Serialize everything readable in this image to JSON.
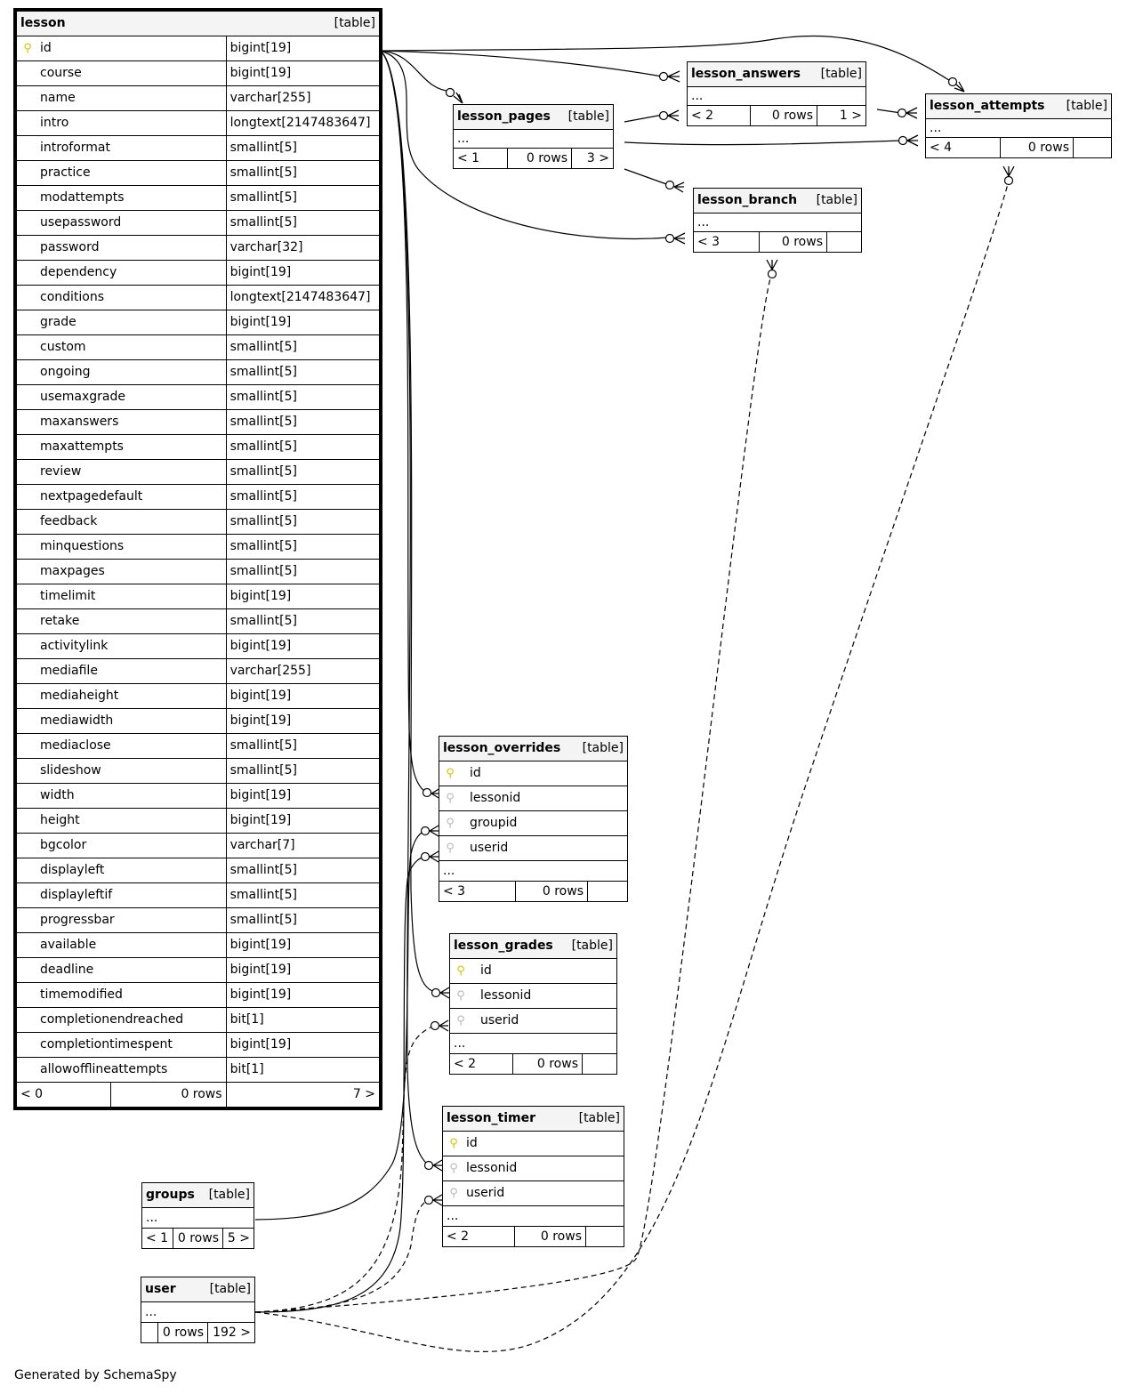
{
  "footer": "Generated by SchemaSpy",
  "colors": {
    "pk_key": "#d6c400",
    "fk_key": "#b9b9b9",
    "header_bg": "#f4f4f4"
  },
  "icons": {
    "pk": "primary-key-icon",
    "fk": "foreign-key-icon"
  },
  "lesson": {
    "name": "lesson",
    "type": "[table]",
    "columns": [
      {
        "name": "id",
        "type": "bigint[19]",
        "pk": true
      },
      {
        "name": "course",
        "type": "bigint[19]"
      },
      {
        "name": "name",
        "type": "varchar[255]"
      },
      {
        "name": "intro",
        "type": "longtext[2147483647]"
      },
      {
        "name": "introformat",
        "type": "smallint[5]"
      },
      {
        "name": "practice",
        "type": "smallint[5]"
      },
      {
        "name": "modattempts",
        "type": "smallint[5]"
      },
      {
        "name": "usepassword",
        "type": "smallint[5]"
      },
      {
        "name": "password",
        "type": "varchar[32]"
      },
      {
        "name": "dependency",
        "type": "bigint[19]"
      },
      {
        "name": "conditions",
        "type": "longtext[2147483647]"
      },
      {
        "name": "grade",
        "type": "bigint[19]"
      },
      {
        "name": "custom",
        "type": "smallint[5]"
      },
      {
        "name": "ongoing",
        "type": "smallint[5]"
      },
      {
        "name": "usemaxgrade",
        "type": "smallint[5]"
      },
      {
        "name": "maxanswers",
        "type": "smallint[5]"
      },
      {
        "name": "maxattempts",
        "type": "smallint[5]"
      },
      {
        "name": "review",
        "type": "smallint[5]"
      },
      {
        "name": "nextpagedefault",
        "type": "smallint[5]"
      },
      {
        "name": "feedback",
        "type": "smallint[5]"
      },
      {
        "name": "minquestions",
        "type": "smallint[5]"
      },
      {
        "name": "maxpages",
        "type": "smallint[5]"
      },
      {
        "name": "timelimit",
        "type": "bigint[19]"
      },
      {
        "name": "retake",
        "type": "smallint[5]"
      },
      {
        "name": "activitylink",
        "type": "bigint[19]"
      },
      {
        "name": "mediafile",
        "type": "varchar[255]"
      },
      {
        "name": "mediaheight",
        "type": "bigint[19]"
      },
      {
        "name": "mediawidth",
        "type": "bigint[19]"
      },
      {
        "name": "mediaclose",
        "type": "smallint[5]"
      },
      {
        "name": "slideshow",
        "type": "smallint[5]"
      },
      {
        "name": "width",
        "type": "bigint[19]"
      },
      {
        "name": "height",
        "type": "bigint[19]"
      },
      {
        "name": "bgcolor",
        "type": "varchar[7]"
      },
      {
        "name": "displayleft",
        "type": "smallint[5]"
      },
      {
        "name": "displayleftif",
        "type": "smallint[5]"
      },
      {
        "name": "progressbar",
        "type": "smallint[5]"
      },
      {
        "name": "available",
        "type": "bigint[19]"
      },
      {
        "name": "deadline",
        "type": "bigint[19]"
      },
      {
        "name": "timemodified",
        "type": "bigint[19]"
      },
      {
        "name": "completionendreached",
        "type": "bit[1]"
      },
      {
        "name": "completiontimespent",
        "type": "bigint[19]"
      },
      {
        "name": "allowofflineattempts",
        "type": "bit[1]"
      }
    ],
    "footer": {
      "parents": "< 0",
      "rows": "0 rows",
      "children": "7 >"
    }
  },
  "lesson_pages": {
    "name": "lesson_pages",
    "type": "[table]",
    "ellipsis": "...",
    "footer": {
      "parents": "< 1",
      "rows": "0 rows",
      "children": "3 >"
    }
  },
  "lesson_answers": {
    "name": "lesson_answers",
    "type": "[table]",
    "ellipsis": "...",
    "footer": {
      "parents": "< 2",
      "rows": "0 rows",
      "children": "1 >"
    }
  },
  "lesson_attempts": {
    "name": "lesson_attempts",
    "type": "[table]",
    "ellipsis": "...",
    "footer": {
      "parents": "< 4",
      "rows": "0 rows",
      "children": ""
    }
  },
  "lesson_branch": {
    "name": "lesson_branch",
    "type": "[table]",
    "ellipsis": "...",
    "footer": {
      "parents": "< 3",
      "rows": "0 rows",
      "children": ""
    }
  },
  "lesson_overrides": {
    "name": "lesson_overrides",
    "type": "[table]",
    "ellipsis": "...",
    "columns": [
      {
        "name": "id",
        "pk": true
      },
      {
        "name": "lessonid"
      },
      {
        "name": "groupid"
      },
      {
        "name": "userid"
      }
    ],
    "footer": {
      "parents": "< 3",
      "rows": "0 rows",
      "children": ""
    }
  },
  "lesson_grades": {
    "name": "lesson_grades",
    "type": "[table]",
    "ellipsis": "...",
    "columns": [
      {
        "name": "id",
        "pk": true
      },
      {
        "name": "lessonid"
      },
      {
        "name": "userid"
      }
    ],
    "footer": {
      "parents": "< 2",
      "rows": "0 rows",
      "children": ""
    }
  },
  "lesson_timer": {
    "name": "lesson_timer",
    "type": "[table]",
    "ellipsis": "...",
    "columns": [
      {
        "name": "id",
        "pk": true
      },
      {
        "name": "lessonid"
      },
      {
        "name": "userid"
      }
    ],
    "footer": {
      "parents": "< 2",
      "rows": "0 rows",
      "children": ""
    }
  },
  "groups": {
    "name": "groups",
    "type": "[table]",
    "ellipsis": "...",
    "footer": {
      "parents": "< 1",
      "rows": "0 rows",
      "children": "5 >"
    }
  },
  "user": {
    "name": "user",
    "type": "[table]",
    "ellipsis": "...",
    "footer": {
      "parents": "",
      "rows": "0 rows",
      "children": "192 >"
    }
  }
}
